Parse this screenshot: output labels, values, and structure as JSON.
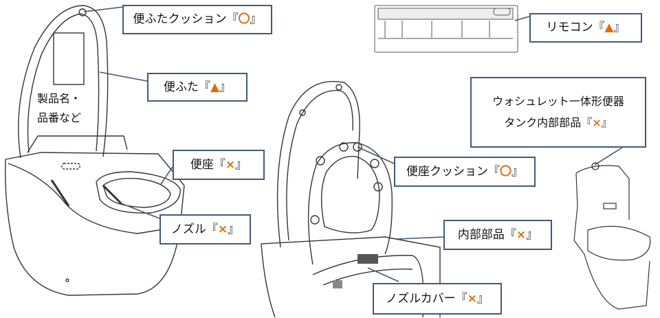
{
  "callouts": {
    "lid_cushion": {
      "text": "便ふたクッション『",
      "mark": "〇",
      "end": "』"
    },
    "lid": {
      "text": "便ふた『",
      "mark": "▲",
      "end": "』"
    },
    "seat": {
      "text": "便座『",
      "mark": "×",
      "end": "』"
    },
    "nozzle": {
      "text": "ノズル『",
      "mark": "×",
      "end": "』"
    },
    "remote": {
      "text": "リモコン『",
      "mark": "▲",
      "end": "』"
    },
    "washlet_line1": "ウォシュレット一体形便器",
    "washlet_line2": {
      "text": "タンク内部部品『",
      "mark": "×",
      "end": "』"
    },
    "seat_cushion": {
      "text": "便座クッション『",
      "mark": "〇",
      "end": "』"
    },
    "inner_parts": {
      "text": "内部部品『",
      "mark": "×",
      "end": "』"
    },
    "nozzle_cover": {
      "text": "ノズルカバー『",
      "mark": "×",
      "end": "』"
    }
  },
  "labels": {
    "product_name_line1": "製品名・",
    "product_name_line2": "品番など"
  },
  "colors": {
    "callout_border": "#3f5a78",
    "mark": "#e26b0a",
    "line_art": "#333333"
  }
}
